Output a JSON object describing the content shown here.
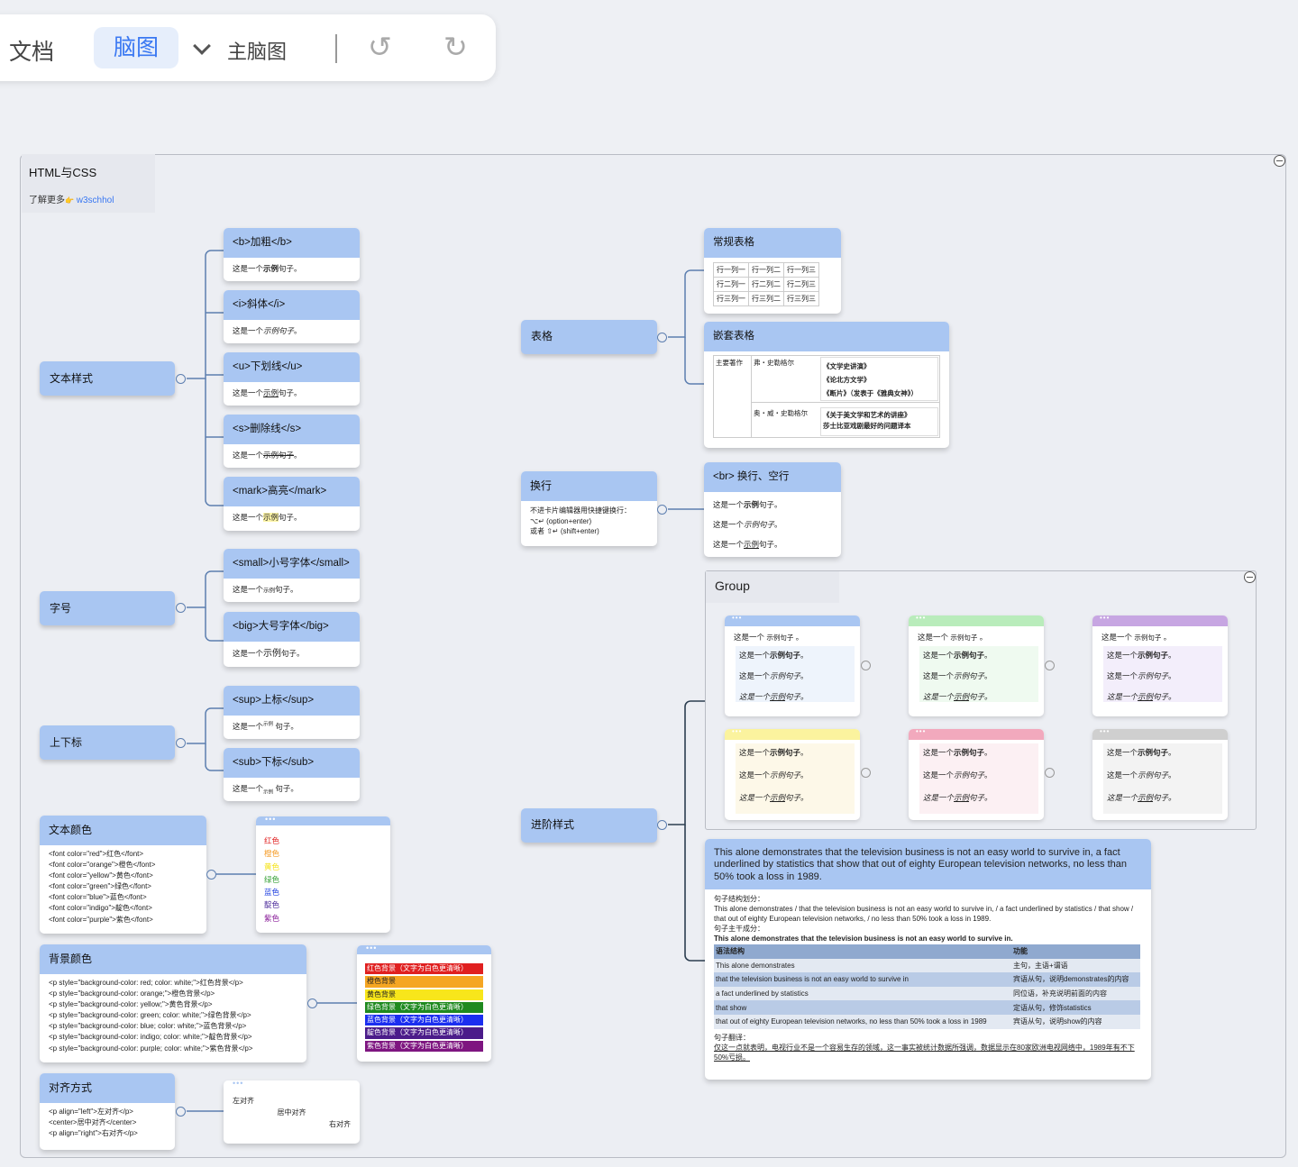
{
  "toolbar": {
    "doc": "文档",
    "mind": "脑图",
    "main": "主脑图",
    "undo": "↺",
    "redo": "↺"
  },
  "canvas": {
    "title": "HTML与CSS",
    "more": "了解更多",
    "more_icon": "👉",
    "link": "w3schhol"
  },
  "left_nodes": {
    "text_style": "文本样式",
    "font_size": "字号",
    "supsub": "上下标",
    "text_color": "文本颜色",
    "bg_color": "背景颜色",
    "align": "对齐方式"
  },
  "cards": {
    "bold": {
      "title": "<b>加粗</b>",
      "a": "这是一个",
      "b": "示例",
      "c": "句子。"
    },
    "italic": {
      "title": "<i>斜体</i>",
      "a": "这是一个",
      "b": "示例句子",
      "c": "。"
    },
    "underline": {
      "title": "<u>下划线</u>",
      "a": "这是一个",
      "b": "示例",
      "c": "句子。"
    },
    "strike": {
      "title": "<s>删除线</s>",
      "a": "这是一个",
      "b": "示例句子",
      "c": "。"
    },
    "mark": {
      "title": "<mark>高亮</mark>",
      "a": "这是一个",
      "b": "示例",
      "c": "句子。"
    },
    "small": {
      "title": "<small>小号字体</small>",
      "a": "这是一个",
      "b": "示例",
      "c": "句子。"
    },
    "big": {
      "title": "<big>大号字体</big>",
      "a": "这是一个",
      "b": "示例",
      "c": "句子。"
    },
    "sup": {
      "title": "<sup>上标</sup>",
      "a": "这是一个",
      "b": "示例",
      "c": "句子。"
    },
    "sub": {
      "title": "<sub>下标</sub>",
      "a": "这是一个",
      "b": "示例",
      "c": "句子。"
    }
  },
  "text_color_card": {
    "lines": [
      "<font color=\"red\">红色</font>",
      "<font color=\"orange\">橙色</font>",
      "<font color=\"yellow\">黄色</font>",
      "<font color=\"green\">绿色</font>",
      "<font color=\"blue\">蓝色</font>",
      "<font color=\"indigo\">靛色</font>",
      "<font color=\"purple\">紫色</font>"
    ]
  },
  "text_color_demo": [
    {
      "t": "红色",
      "c": "#e02020"
    },
    {
      "t": "橙色",
      "c": "#f59a23"
    },
    {
      "t": "黄色",
      "c": "#f5e31a"
    },
    {
      "t": "绿色",
      "c": "#35a035"
    },
    {
      "t": "蓝色",
      "c": "#2040e0"
    },
    {
      "t": "靛色",
      "c": "#4b2a9a"
    },
    {
      "t": "紫色",
      "c": "#8a1f9a"
    }
  ],
  "bg_color_card": {
    "lines": [
      "<p style=\"background-color: red; color: white;\">红色背景</p>",
      "<p style=\"background-color: orange;\">橙色背景</p>",
      "<p style=\"background-color: yellow;\">黄色背景</p>",
      "<p style=\"background-color: green; color: white;\">绿色背景</p>",
      "<p style=\"background-color: blue; color: white;\">蓝色背景</p>",
      "<p style=\"background-color: indigo; color: white;\">靛色背景</p>",
      "<p style=\"background-color: purple; color: white;\">紫色背景</p>"
    ]
  },
  "bg_color_demo": [
    {
      "t": "红色背景（文字为白色更清晰）",
      "bg": "#e02020",
      "fg": "#fff"
    },
    {
      "t": "橙色背景",
      "bg": "#f5a623",
      "fg": "#222"
    },
    {
      "t": "黄色背景",
      "bg": "#f8e61b",
      "fg": "#222"
    },
    {
      "t": "绿色背景（文字为白色更清晰）",
      "bg": "#1f8a1f",
      "fg": "#fff"
    },
    {
      "t": "蓝色背景（文字为白色更清晰）",
      "bg": "#1b2ef0",
      "fg": "#fff"
    },
    {
      "t": "靛色背景（文字为白色更清晰）",
      "bg": "#4b1c8a",
      "fg": "#fff"
    },
    {
      "t": "紫色背景（文字为白色更清晰）",
      "bg": "#7e1580",
      "fg": "#fff"
    }
  ],
  "align_card": {
    "lines": [
      "<p align=\"left\">左对齐</p>",
      "<center>居中对齐</center>",
      "<p align=\"right\">右对齐</p>"
    ]
  },
  "align_demo": {
    "left": "左对齐",
    "center": "居中对齐",
    "right": "右对齐"
  },
  "right_nodes": {
    "table": "表格",
    "newline": "换行",
    "advanced": "进阶样式"
  },
  "newline_node": {
    "line1": "不进卡片编辑器用快捷键换行：",
    "line2": "⌥↵ (option+enter)",
    "line3": "或者 ⇧↵ (shift+enter)"
  },
  "table_card": {
    "title": "常规表格",
    "rows": [
      [
        "行一列一",
        "行一列二",
        "行一列三"
      ],
      [
        "行二列一",
        "行二列二",
        "行二列三"
      ],
      [
        "行三列一",
        "行三列二",
        "行三列三"
      ]
    ]
  },
  "nested_card": {
    "title": "嵌套表格",
    "label": "主要著作",
    "author1": "弗・史勒格尔",
    "works1": [
      "《文学史讲演》",
      "《论北方文学》",
      "《断片》（发表于《雅典女神》）"
    ],
    "author2": "奥・威・史勒格尔",
    "works2a": "《关于美文学和艺术的讲座》",
    "works2b": "莎士比亚戏剧最好的问题译本"
  },
  "br_card": {
    "title": "<br> 换行、空行",
    "l1a": "这是一个",
    "l1b": "示例",
    "l1c": "句子。",
    "l2a": "这是一个",
    "l2b": "示例句子",
    "l2c": "。",
    "l3a": "这是一个",
    "l3b": "示例",
    "l3c": "句子。"
  },
  "group": {
    "title": "Group",
    "first_line_a": "这是一个 ",
    "first_line_b": "示例句子",
    "first_line_c": " 。",
    "s1": "这是一个示例句子。",
    "s2a": "这是一个",
    "s2b": "示例句子",
    "s2c": "。",
    "s3a": "这是一个",
    "s3b": "示例",
    "s3c": "句子。",
    "dots": "•••"
  },
  "group_colors": {
    "blue": "#a9c6f2",
    "green": "#b9ecbb",
    "purple": "#c7a6e2",
    "yellow": "#fbf39e",
    "pink": "#f2a9bd",
    "gray": "#cfcfcf"
  },
  "analysis": {
    "headline": "This alone demonstrates that the television business is not an easy world to survive in, a fact underlined by statistics that show that out of eighty European television networks, no less than 50% took a loss in 1989.",
    "div_label": "句子结构划分：",
    "div_text": "This alone demonstrates / that the television business is not an easy world to survive in, / a fact underlined by statistics / that show / that out of eighty European television networks, / no less than 50% took a loss in 1989.",
    "main_label": "句子主干成分：",
    "main_text": "This alone demonstrates that the television business is not an easy world to survive in.",
    "th1": "语法结构",
    "th2": "功能",
    "rows": [
      [
        "This alone demonstrates",
        "主句，主语+谓语"
      ],
      [
        "that the television business is not an easy world to survive in",
        "宾语从句，说明demonstrates的内容"
      ],
      [
        "a fact underlined by statistics",
        "同位语，补充说明前面的内容"
      ],
      [
        "that show",
        "定语从句，修饰statistics"
      ],
      [
        "that out of eighty European television networks, no less than 50% took a loss in 1989",
        "宾语从句，说明show的内容"
      ]
    ],
    "trans_label": "句子翻译：",
    "trans_text": "仅这一点就表明，电视行业不是一个容易生存的领域，这一事实被统计数据所强调，数据显示在80家欧洲电视网络中，1989年有不下50%亏损。"
  }
}
